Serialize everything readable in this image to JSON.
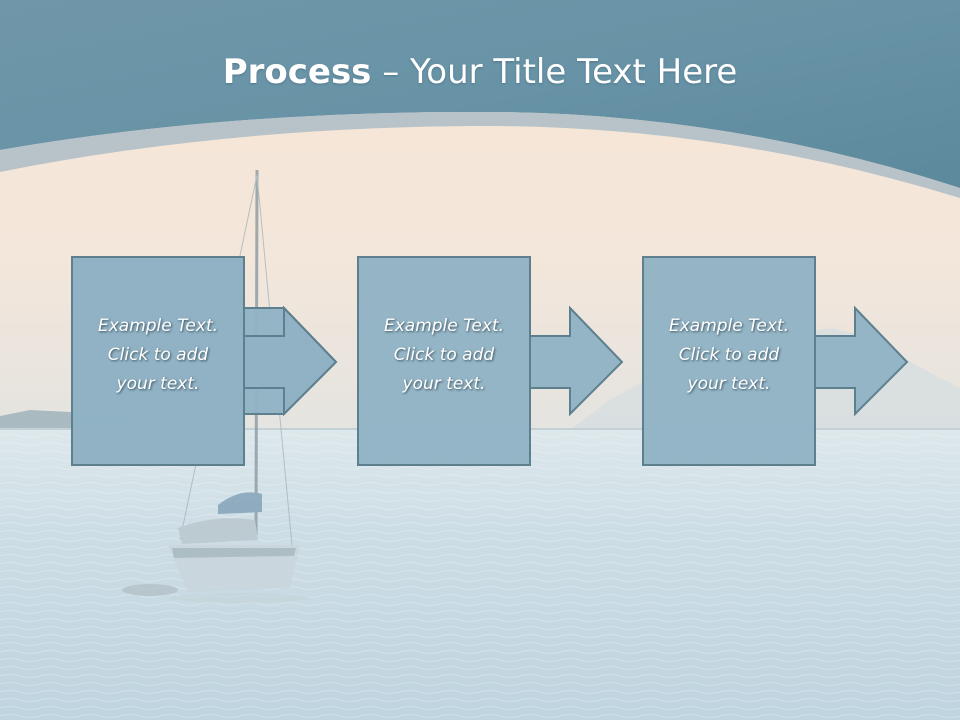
{
  "slide": {
    "title_bold": "Process",
    "title_rest": " – Your Title Text Here"
  },
  "steps": [
    {
      "lines": [
        "Example Text.",
        "Click  to add",
        "your text."
      ]
    },
    {
      "lines": [
        "Example Text.",
        "Click  to add",
        "your text."
      ]
    },
    {
      "lines": [
        "Example Text.",
        "Click  to add",
        "your text."
      ]
    }
  ],
  "colors": {
    "header": "#5f8fa3",
    "box_fill": "#8fb2c4",
    "box_border": "#5e7f8e"
  }
}
